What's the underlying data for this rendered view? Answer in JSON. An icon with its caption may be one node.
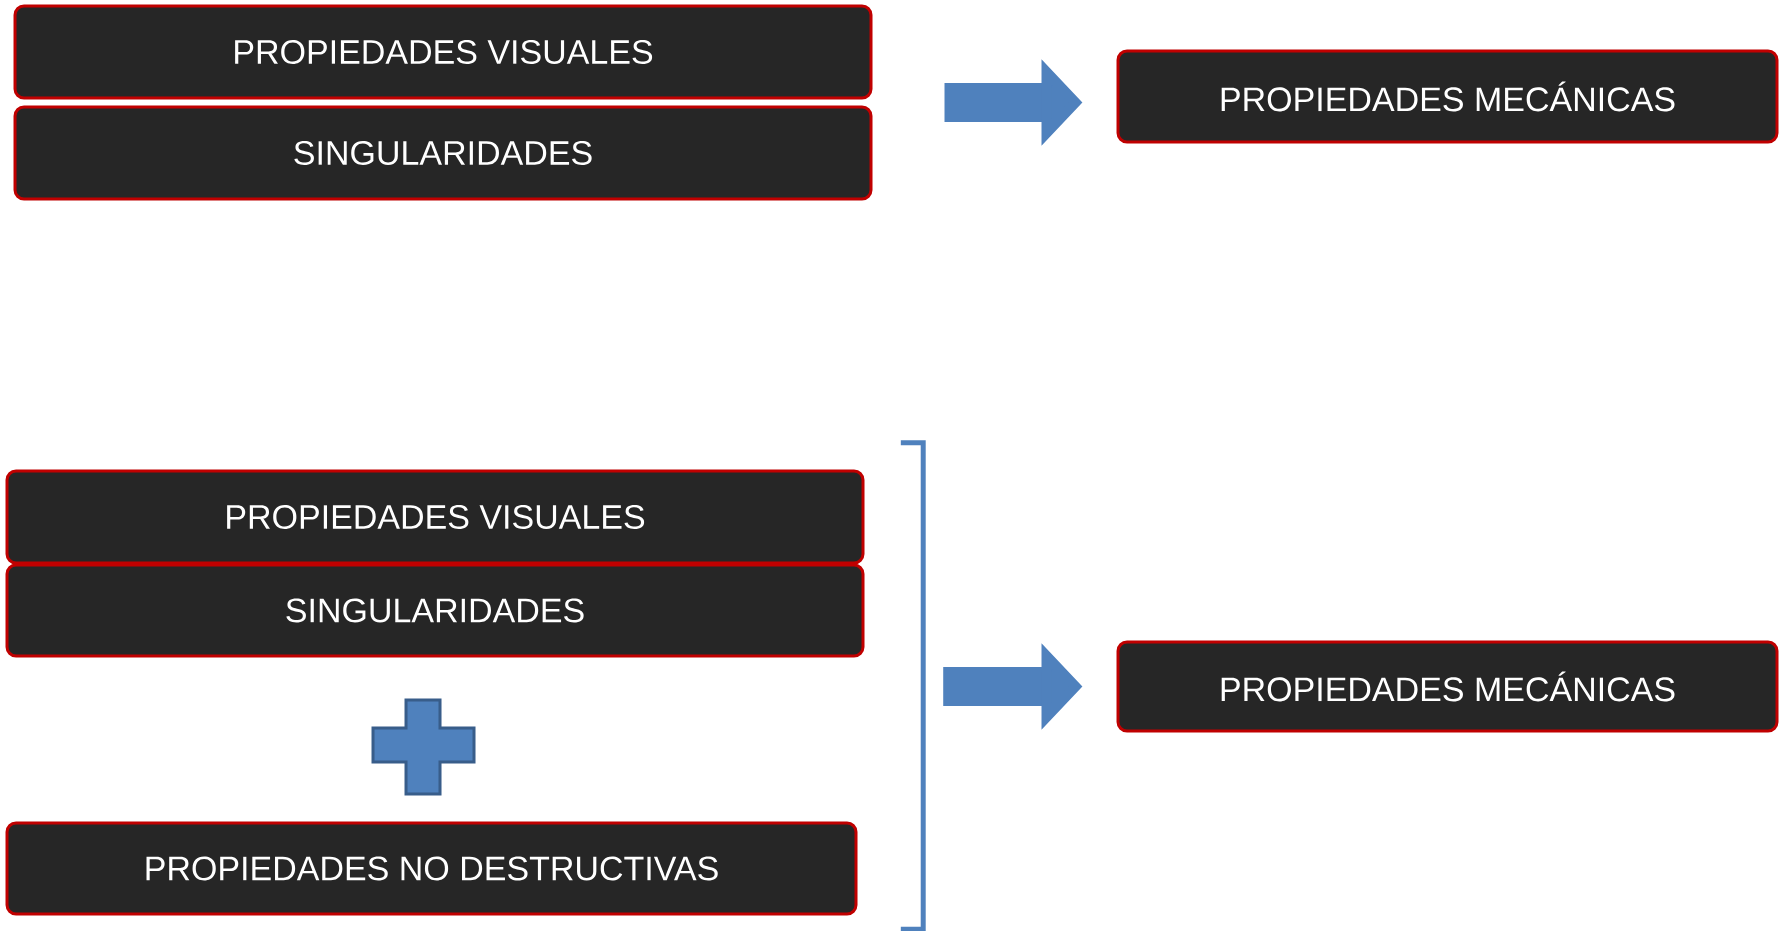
{
  "diagram": {
    "nodes": [
      {
        "text": [
          "PROPIEDADES VISUALES"
        ]
      },
      {
        "text": [
          "SINGULARIDADES"
        ]
      },
      {
        "text": [
          "PROPIEDADES MECÁNICAS"
        ]
      },
      {
        "text": [
          "PROPIEDADES VISUALES"
        ]
      },
      {
        "text": [
          "SINGULARIDADES"
        ]
      },
      {
        "text": [
          "PROPIEDADES NO DESTRUCTIVAS"
        ]
      },
      {
        "text": [],
        "shape": "bracket"
      },
      {
        "text": [
          "PROPIEDADES MECÁNICAS"
        ]
      }
    ],
    "edges": [
      {
        "from": 0,
        "to": 2,
        "arrow": "to"
      },
      {
        "from": 1,
        "to": 2,
        "arrow": "to"
      },
      {
        "from": 6,
        "to": 7,
        "arrow": "to"
      }
    ]
  }
}
